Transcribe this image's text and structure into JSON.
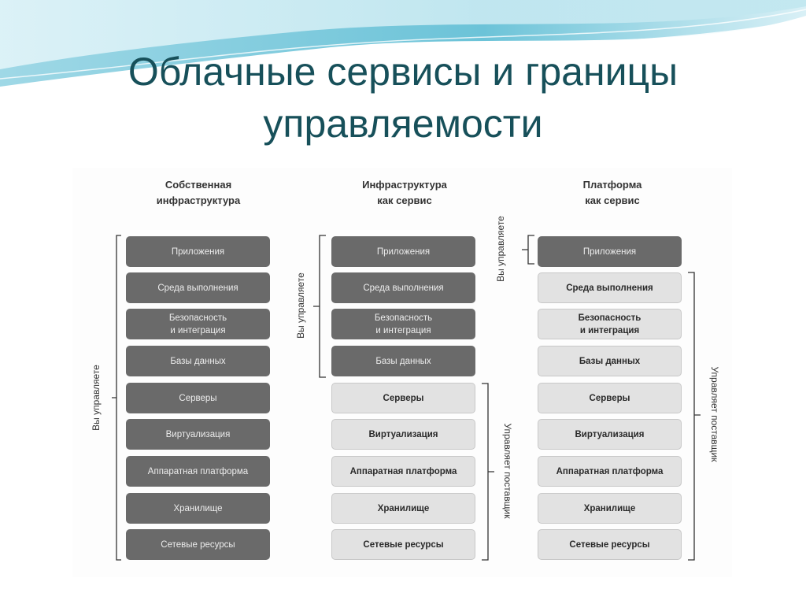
{
  "slide": {
    "title_lines": [
      "Облачные сервисы и границы",
      "управляемости"
    ]
  },
  "columns": [
    {
      "title_lines": [
        "Собственная",
        "инфраструктура"
      ],
      "items": [
        {
          "lines": [
            "Приложения"
          ],
          "managed_by": "user"
        },
        {
          "lines": [
            "Среда выполнения"
          ],
          "managed_by": "user"
        },
        {
          "lines": [
            "Безопасность",
            "и интеграция"
          ],
          "managed_by": "user"
        },
        {
          "lines": [
            "Базы данных"
          ],
          "managed_by": "user"
        },
        {
          "lines": [
            "Серверы"
          ],
          "managed_by": "user"
        },
        {
          "lines": [
            "Виртуализация"
          ],
          "managed_by": "user"
        },
        {
          "lines": [
            "Аппаратная платформа"
          ],
          "managed_by": "user"
        },
        {
          "lines": [
            "Хранилище"
          ],
          "managed_by": "user"
        },
        {
          "lines": [
            "Сетевые ресурсы"
          ],
          "managed_by": "user"
        }
      ]
    },
    {
      "title_lines": [
        "Инфраструктура",
        "как сервис"
      ],
      "items": [
        {
          "lines": [
            "Приложения"
          ],
          "managed_by": "user"
        },
        {
          "lines": [
            "Среда выполнения"
          ],
          "managed_by": "user"
        },
        {
          "lines": [
            "Безопасность",
            "и интеграция"
          ],
          "managed_by": "user"
        },
        {
          "lines": [
            "Базы данных"
          ],
          "managed_by": "user"
        },
        {
          "lines": [
            "Серверы"
          ],
          "managed_by": "vendor"
        },
        {
          "lines": [
            "Виртуализация"
          ],
          "managed_by": "vendor"
        },
        {
          "lines": [
            "Аппаратная платформа"
          ],
          "managed_by": "vendor"
        },
        {
          "lines": [
            "Хранилище"
          ],
          "managed_by": "vendor"
        },
        {
          "lines": [
            "Сетевые ресурсы"
          ],
          "managed_by": "vendor"
        }
      ]
    },
    {
      "title_lines": [
        "Платформа",
        "как сервис"
      ],
      "items": [
        {
          "lines": [
            "Приложения"
          ],
          "managed_by": "user"
        },
        {
          "lines": [
            "Среда выполнения"
          ],
          "managed_by": "vendor"
        },
        {
          "lines": [
            "Безопасность",
            "и интеграция"
          ],
          "managed_by": "vendor"
        },
        {
          "lines": [
            "Базы данных"
          ],
          "managed_by": "vendor"
        },
        {
          "lines": [
            "Серверы"
          ],
          "managed_by": "vendor"
        },
        {
          "lines": [
            "Виртуализация"
          ],
          "managed_by": "vendor"
        },
        {
          "lines": [
            "Аппаратная платформа"
          ],
          "managed_by": "vendor"
        },
        {
          "lines": [
            "Хранилище"
          ],
          "managed_by": "vendor"
        },
        {
          "lines": [
            "Сетевые ресурсы"
          ],
          "managed_by": "vendor"
        }
      ]
    }
  ],
  "labels": {
    "user_manages": "Вы управляете",
    "vendor_manages": "Управляет поставщик"
  },
  "colors": {
    "title": "#17505a",
    "user_box": "#6a6a6a",
    "vendor_box": "#e2e2e2",
    "wave_light": "#bfe6ef",
    "wave_dark": "#3fa9c4"
  }
}
